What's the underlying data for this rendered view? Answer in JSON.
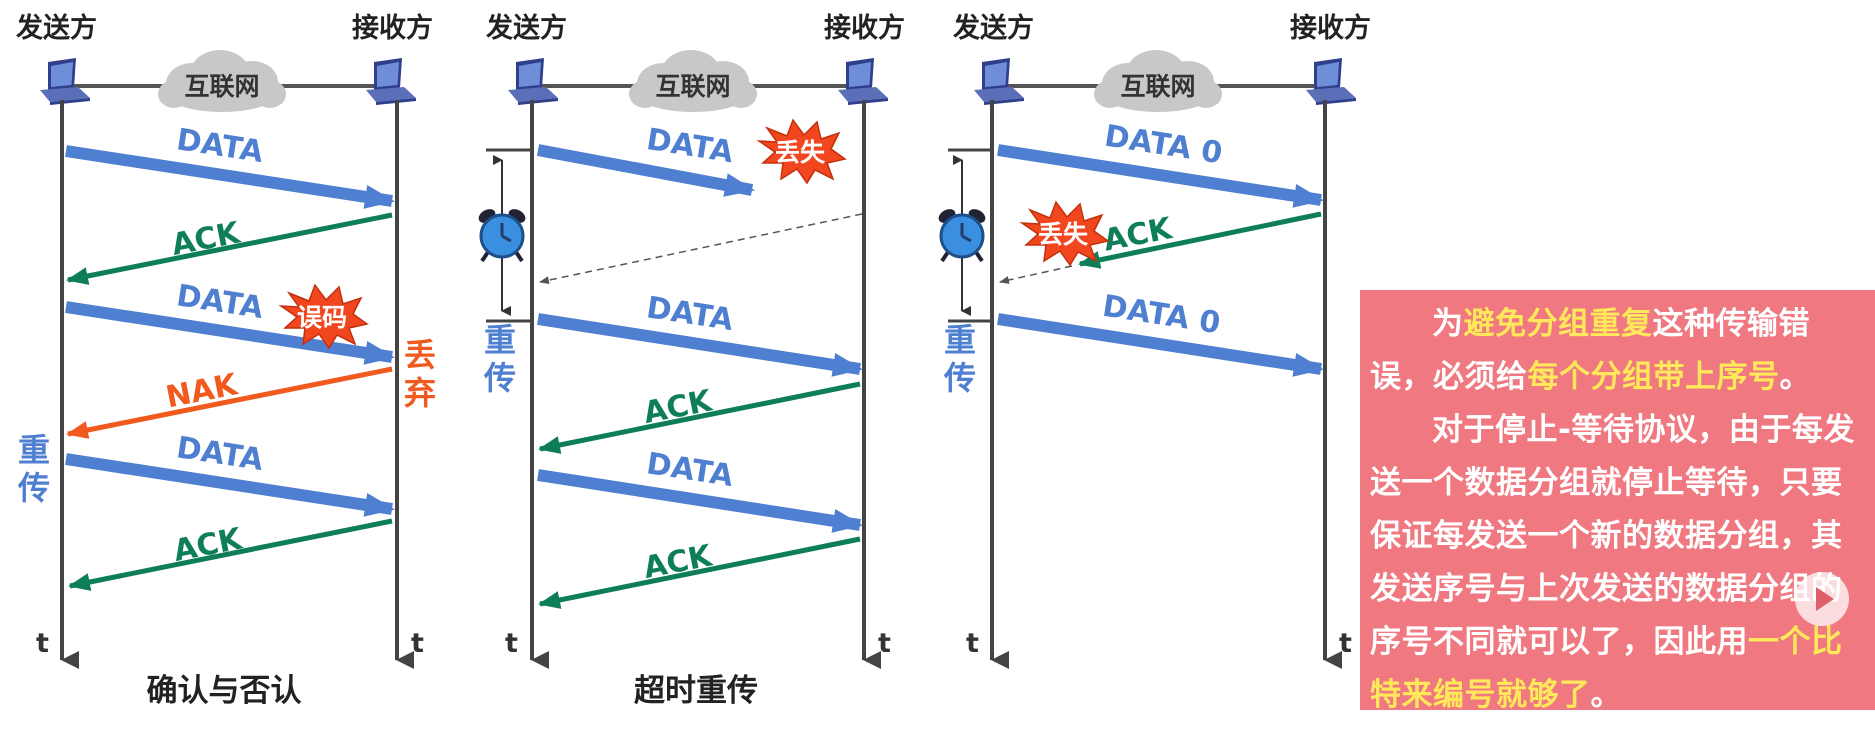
{
  "labels": {
    "sender": "发送方",
    "receiver": "接收方",
    "internet": "互联网",
    "time": "t",
    "data": "DATA",
    "data0": "DATA 0",
    "ack": "ACK",
    "nak": "NAK",
    "error": "误码",
    "lost": "丢失",
    "discard_1": "丢",
    "discard_2": "弃",
    "retransmit_1": "重",
    "retransmit_2": "传"
  },
  "captions": {
    "panel1": "确认与否认",
    "panel2": "超时重传"
  },
  "note": {
    "p1_a": "为",
    "p1_b": "避免分组重复",
    "p1_c": "这种传输错误，必须给",
    "p1_d": "每个分组带上序号",
    "p1_e": "。",
    "p2_a": "对于停止-等待协议，由于每发送一个数据分组就停止等待，只要保证每发送一个新的数据分组，其发送序号与上次发送的数据分组的序号不同就可以了，因此用",
    "p2_b": "一个比特来编号就够了",
    "p2_c": "。"
  },
  "colors": {
    "data": "#4f7fd0",
    "ack": "#0e7d5a",
    "nak": "#f05a1e",
    "burst": "#f2461e",
    "highlight": "#ffe85a",
    "note_bg": "#f07880"
  },
  "icons": [
    "laptop-icon",
    "cloud-icon",
    "alarm-clock-icon",
    "burst-icon",
    "play-icon"
  ]
}
